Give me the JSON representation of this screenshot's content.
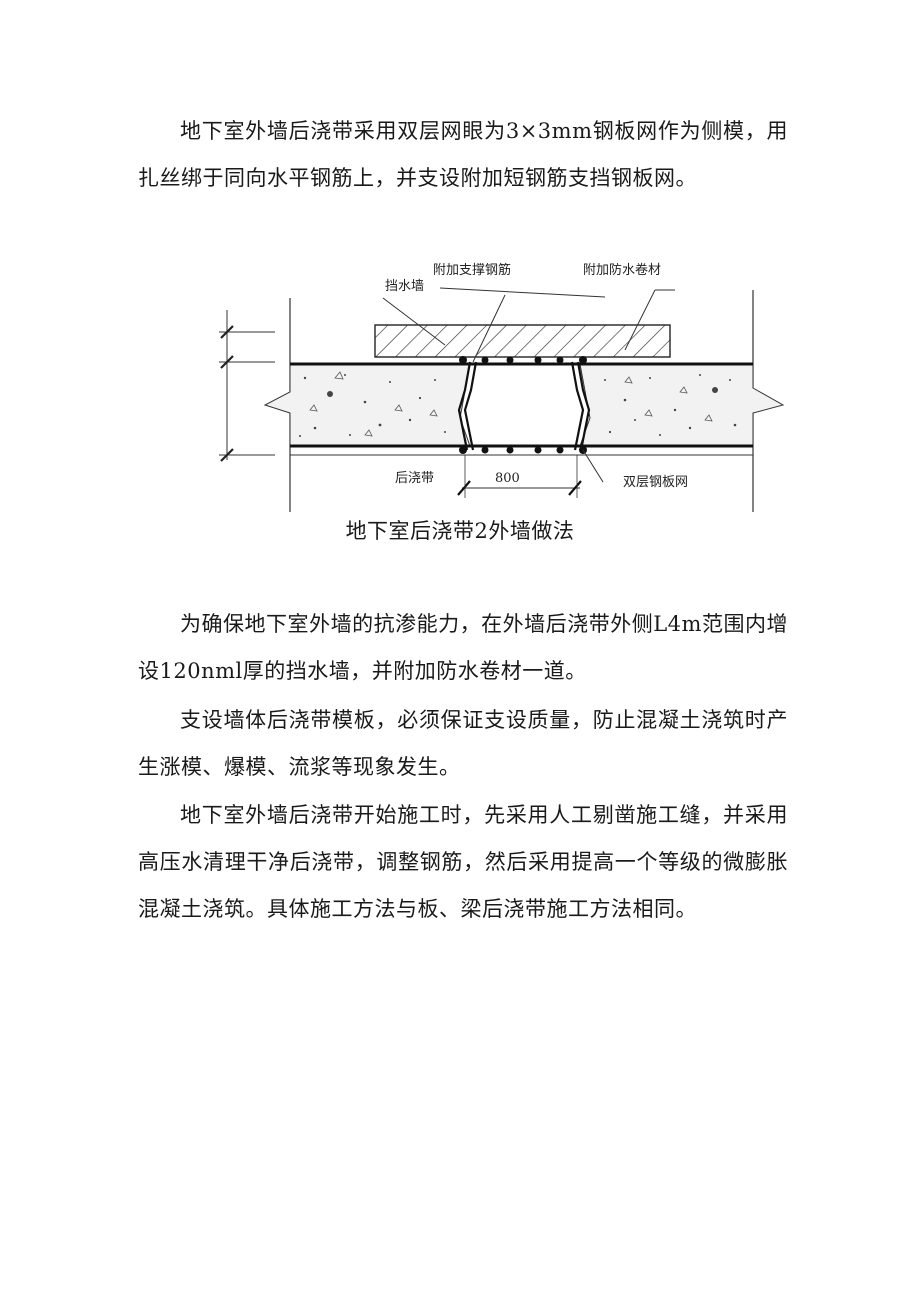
{
  "paragraphs": [
    "地下室外墙后浇带采用双层网眼为3×3mm钢板网作为侧模，用扎丝绑于同向水平钢筋上，并支设附加短钢筋支挡钢板网。",
    "为确保地下室外墙的抗渗能力，在外墙后浇带外侧L4m范围内增设120nml厚的挡水墙，并附加防水卷材一道。",
    "支设墙体后浇带模板，必须保证支设质量，防止混凝土浇筑时产生涨模、爆模、流浆等现象发生。",
    "地下室外墙后浇带开始施工时，先采用人工剔凿施工缝，并采用高压水清理干净后浇带，调整钢筋，然后采用提高一个等级的微膨胀混凝土浇筑。具体施工方法与板、梁后浇带施工方法相同。"
  ],
  "figure": {
    "caption": "地下室后浇带2外墙做法",
    "labels": {
      "support_rebar": "附加支撑钢筋",
      "waterproof_membrane": "附加防水卷材",
      "retaining_wall": "挡水墙",
      "post_pour_strip": "后浇带",
      "dimension": "800",
      "double_mesh": "双层钢板网"
    }
  }
}
